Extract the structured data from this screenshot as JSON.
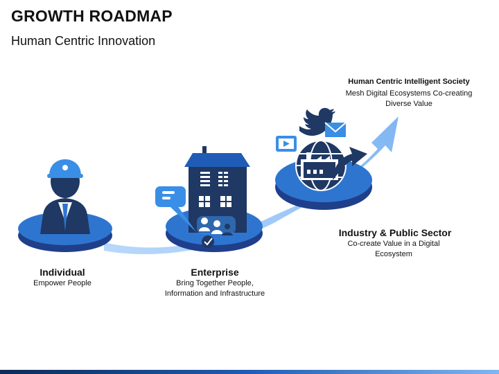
{
  "title": "GROWTH ROADMAP",
  "subtitle": "Human Centric Innovation",
  "stages": [
    {
      "name": "Individual",
      "description": "Empower People"
    },
    {
      "name": "Enterprise",
      "description_lines": [
        "Bring Together People,",
        "Information and Infrastructure"
      ]
    },
    {
      "name": "Industry & Public Sector",
      "description_lines": [
        "Co-create Value in a Digital",
        "Ecosystem"
      ]
    },
    {
      "name": "Human Centric Intelligent Society",
      "description_lines": [
        "Mesh Digital Ecosystems Co-creating",
        "Diverse Value"
      ]
    }
  ],
  "colors": {
    "navy": "#1f3864",
    "blue": "#2e75d0",
    "bright": "#3a8ee6",
    "light": "#9ac4f5",
    "text": "#111111"
  },
  "icons": [
    "person-icon",
    "building-icon",
    "chat-icon",
    "team-icon",
    "factory-icon",
    "globe-icon",
    "video-icon",
    "twitter-icon",
    "mail-icon"
  ]
}
